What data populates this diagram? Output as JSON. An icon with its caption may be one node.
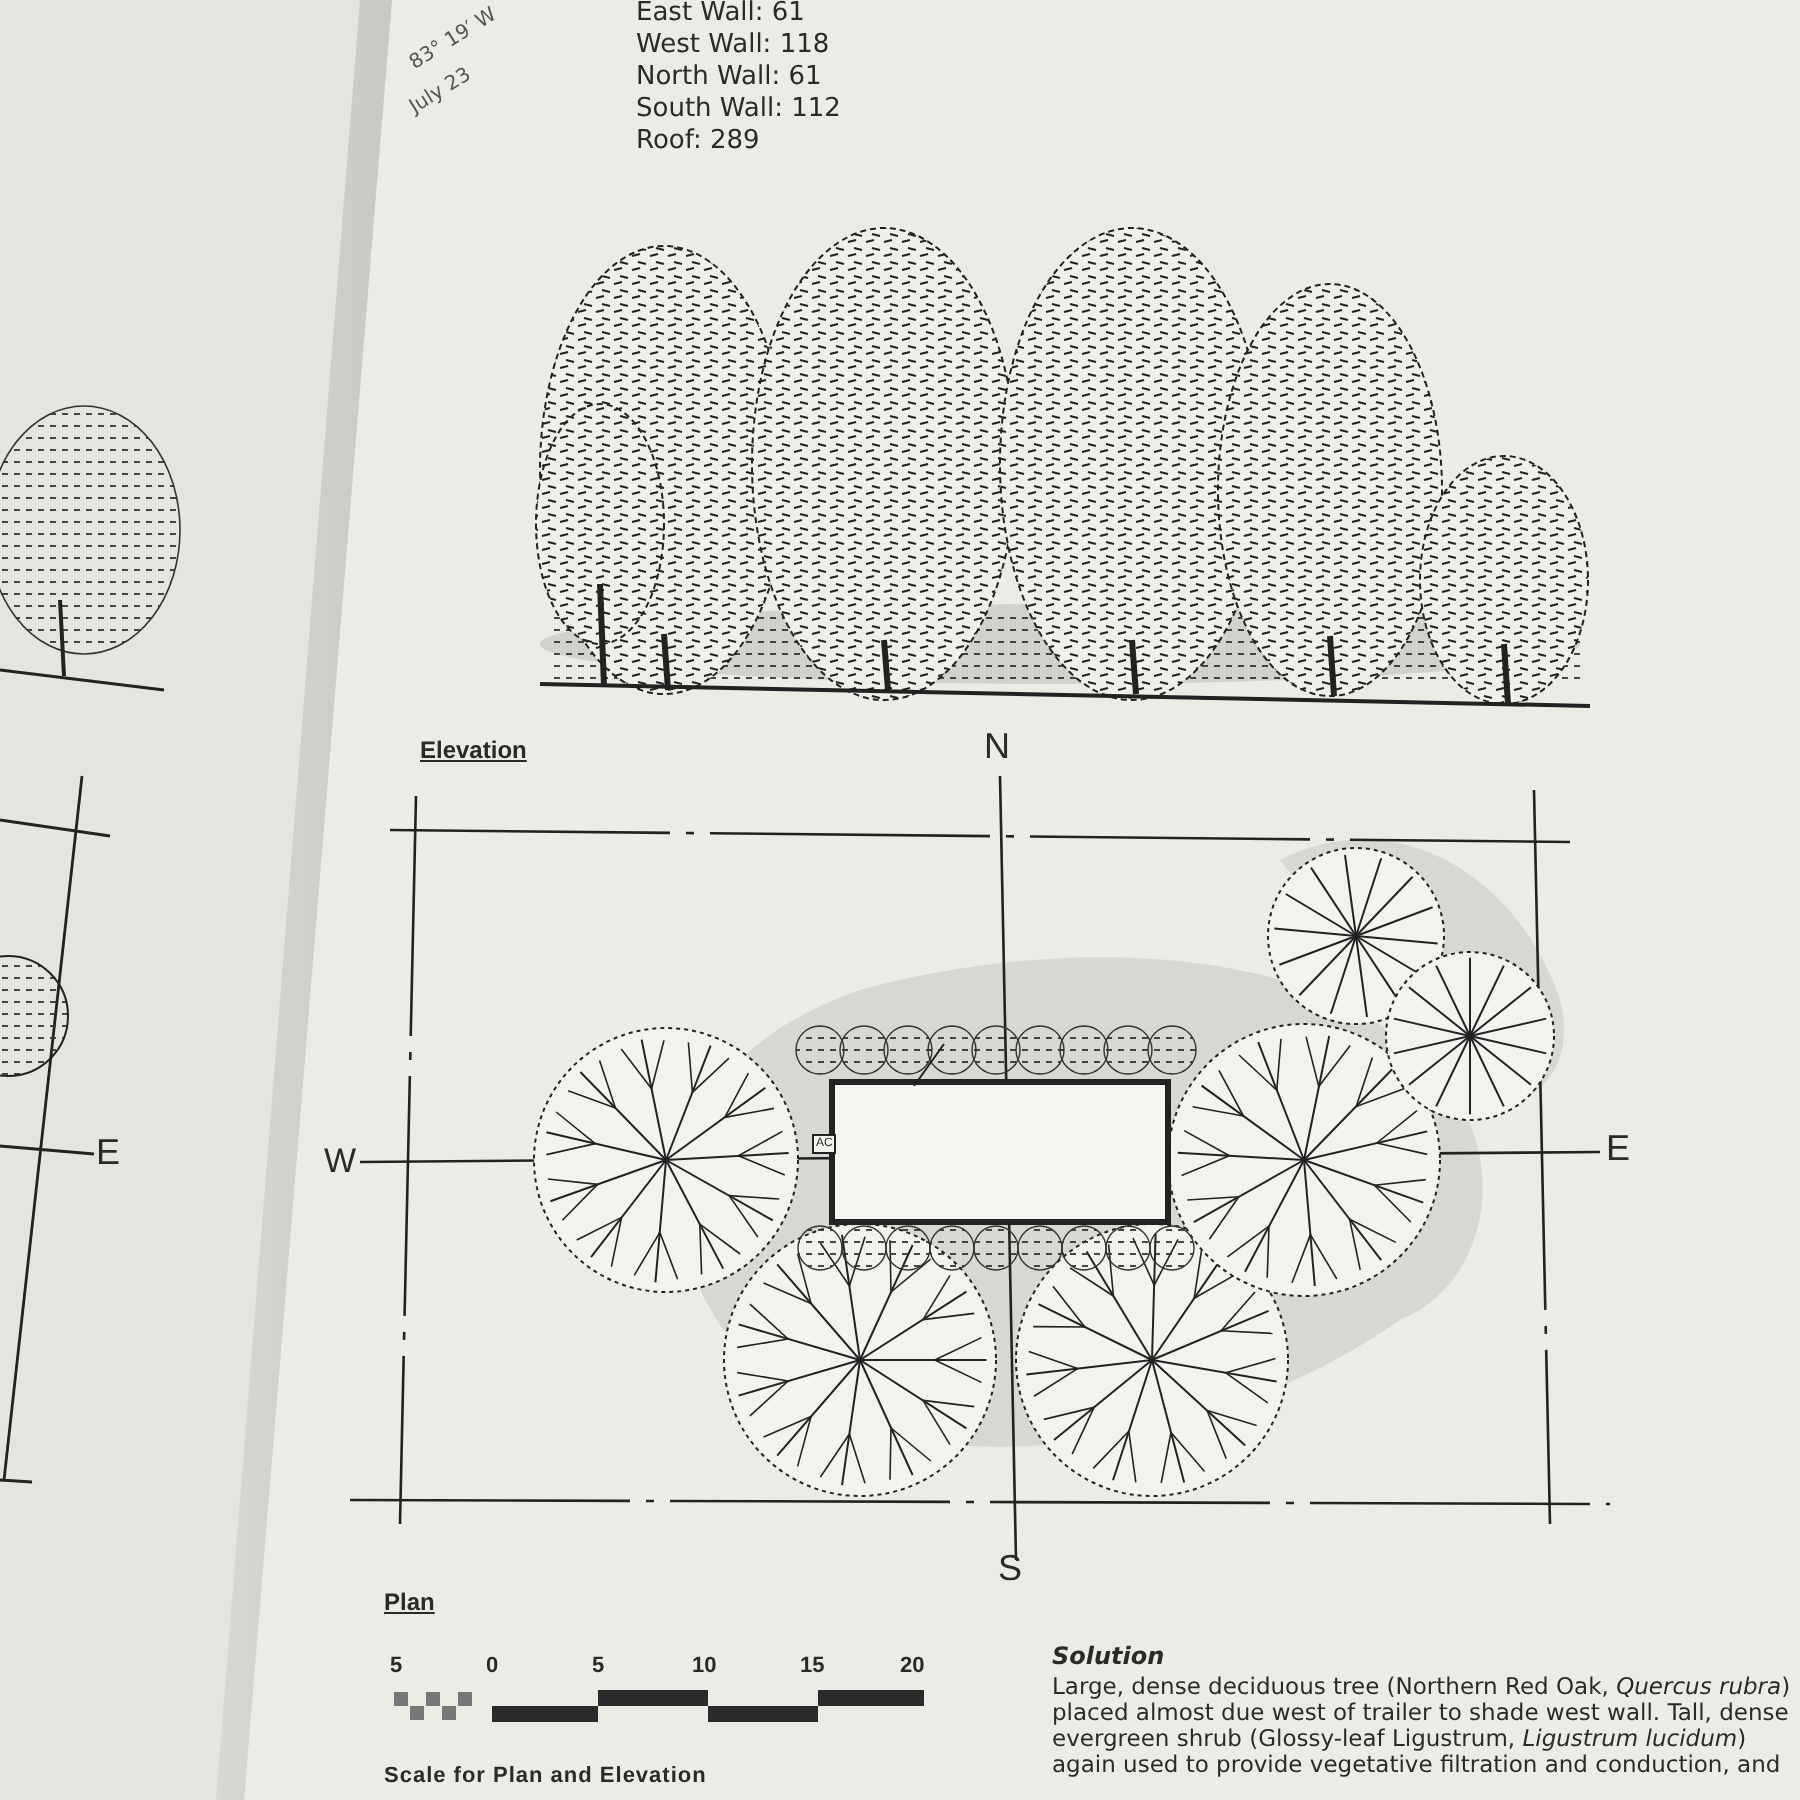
{
  "diagram": {
    "nodes": [
      {
        "text": [
          "AC"
        ]
      }
    ],
    "labels": [
      "83° 19′ W",
      "July 23",
      "East Wall: 61",
      "West Wall: 118",
      "North Wall: 61",
      "South Wall: 112",
      "Roof: 289",
      "Elevation",
      "N",
      "E",
      "W",
      "E",
      "S",
      "Plan",
      "5",
      "0",
      "5",
      "10",
      "15",
      "20",
      "Solution",
      "Large, dense deciduous tree (Northern Red Oak, *Quercus rubra*) placed almost due west of trailer to shade west wall. Tall, dense evergreen shrub (Glossy-leaf Ligustrum, *Ligustrum lucidum*) again used to provide vegetative filtration and conduction, and",
      "Scale for Plan and Elevation"
    ]
  }
}
